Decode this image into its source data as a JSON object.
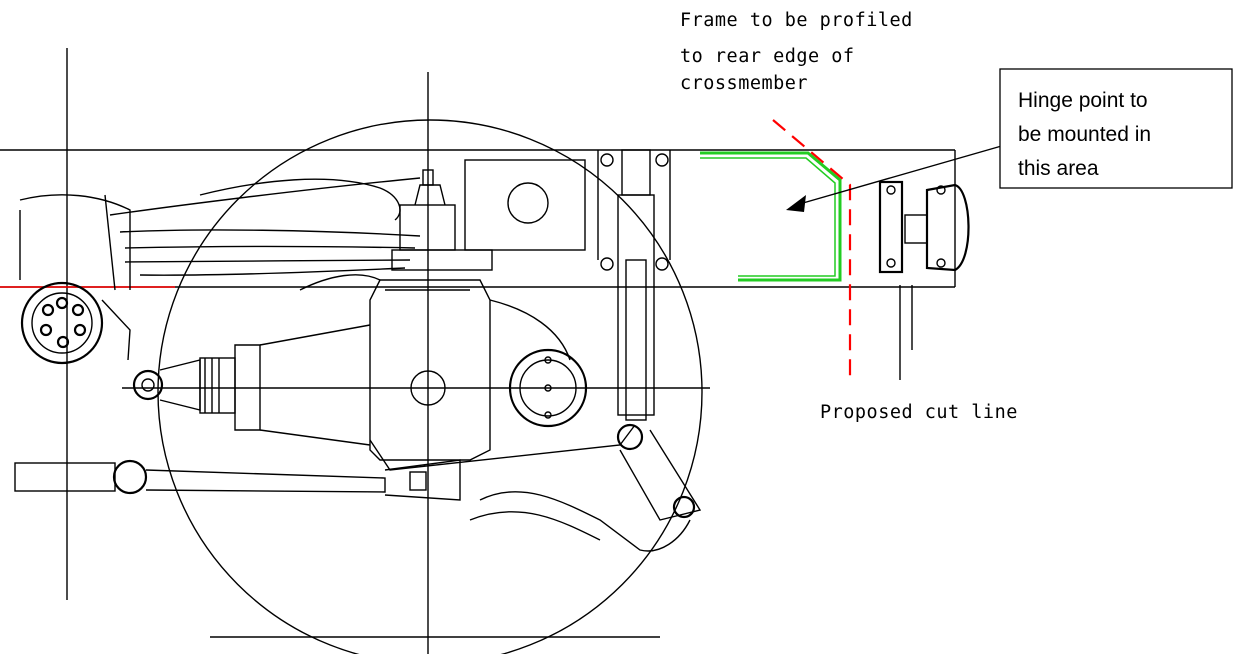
{
  "annotations": {
    "frame_note": [
      "Frame to be profiled",
      "to rear edge of",
      "crossmember"
    ],
    "cut_line_label": "Proposed cut line",
    "hinge_callout": [
      "Hinge point to",
      "be mounted in",
      "this area"
    ]
  },
  "colors": {
    "line": "#000000",
    "cut_line": "#ff0000",
    "profile": "#22cc22",
    "background": "#ffffff"
  }
}
